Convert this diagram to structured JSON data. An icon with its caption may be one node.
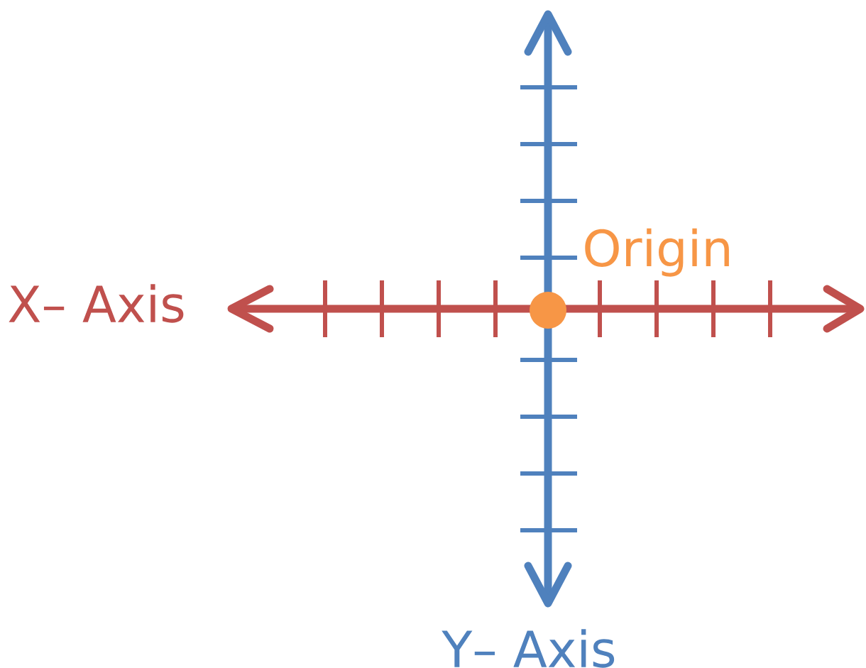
{
  "diagram": {
    "nodes": [
      {
        "text": [],
        "shape": "circle",
        "beside": [
          "Origin"
        ]
      }
    ],
    "labels": [
      "X– Axis",
      "Y– Axis"
    ]
  }
}
